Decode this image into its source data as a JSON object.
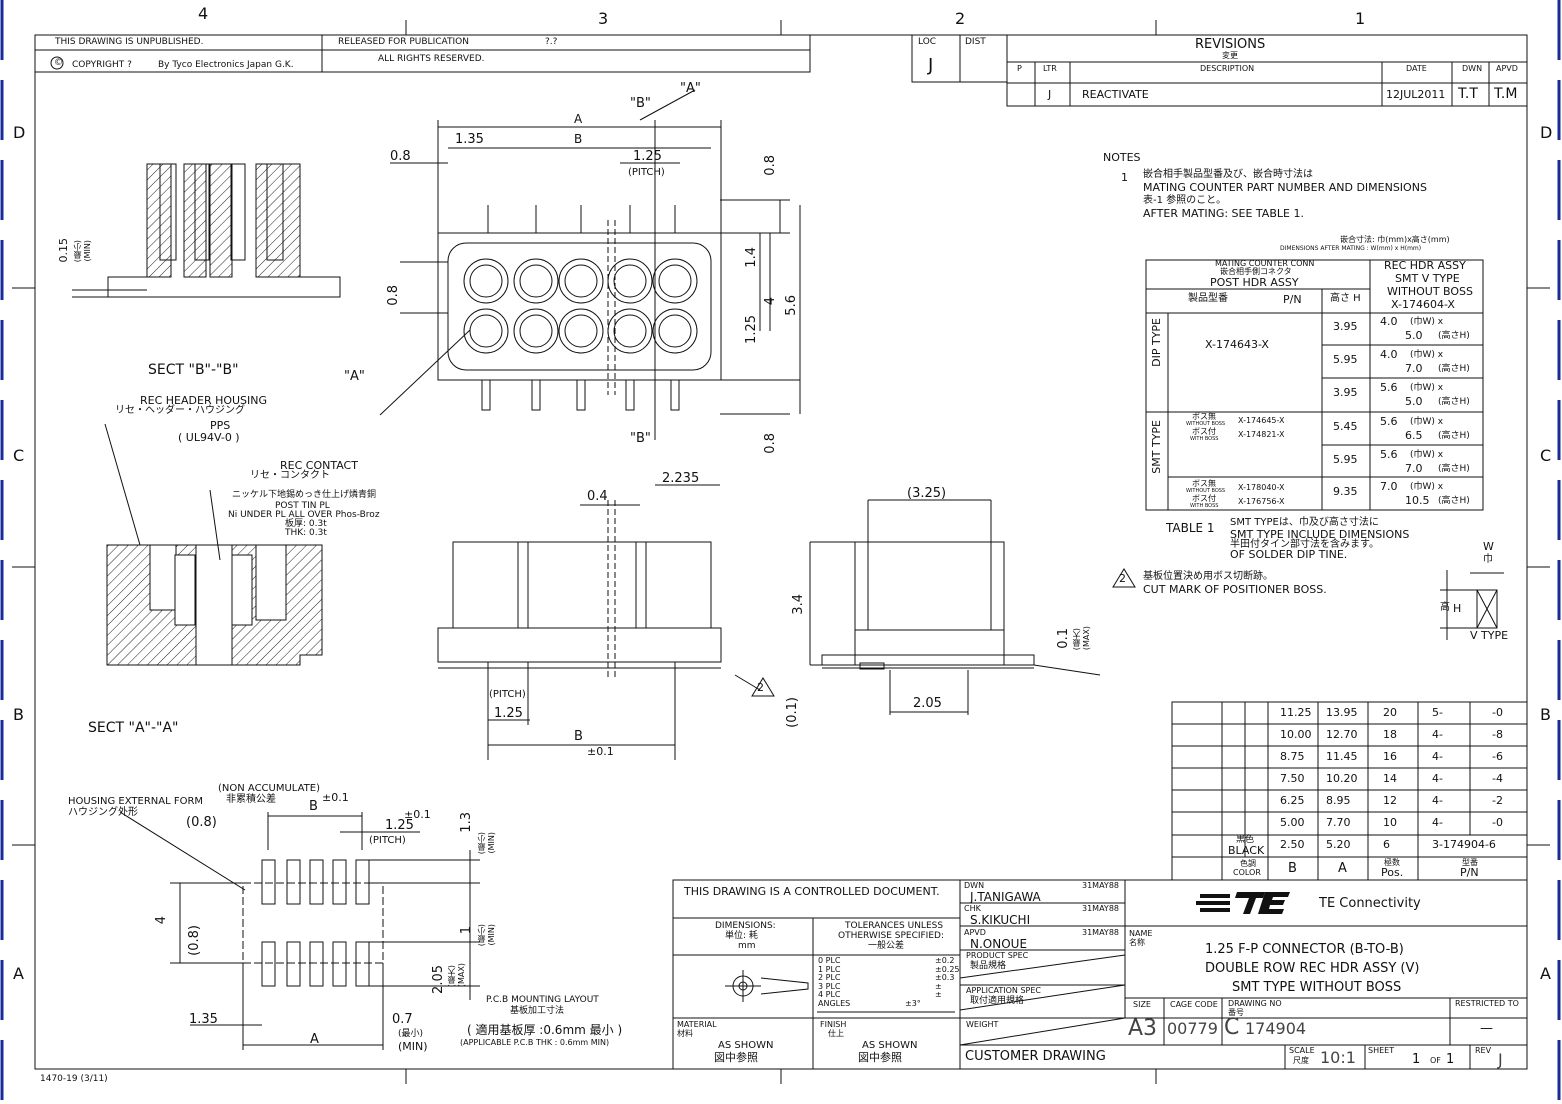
{
  "header": {
    "unpublished": "THIS DRAWING IS UNPUBLISHED.",
    "released": "RELEASED FOR PUBLICATION",
    "release_date": "?.?",
    "copyright": "COPYRIGHT ?",
    "copyright_by": "By Tyco Electronics Japan G.K.",
    "rights": "ALL RIGHTS RESERVED.",
    "loc_label": "LOC",
    "loc_value": "J",
    "dist_label": "DIST"
  },
  "zones": {
    "cols": [
      "4",
      "3",
      "2",
      "1"
    ],
    "rows": [
      "D",
      "C",
      "B",
      "A"
    ]
  },
  "revisions": {
    "title": "REVISIONS",
    "title_jp": "変更",
    "headers": [
      "P",
      "LTR",
      "DESCRIPTION",
      "DATE",
      "DWN",
      "APVD"
    ],
    "rows": [
      {
        "p": "",
        "ltr": "J",
        "desc": "REACTIVATE",
        "date": "12JUL2011",
        "dwn": "T.T",
        "apvd": "T.M"
      }
    ]
  },
  "notes": {
    "title": "NOTES",
    "n1_num": "1",
    "n1_jp": "嵌合相手製品型番及び、嵌合時寸法は",
    "n1_en": "MATING COUNTER PART NUMBER AND DIMENSIONS",
    "n1_jp2": "表-1 参照のこと。",
    "n1_en2": "AFTER MATING: SEE TABLE 1.",
    "n2_num": "2",
    "n2_jp": "基板位置決め用ボス切断跡。",
    "n2_en": "CUT MARK OF POSITIONER BOSS."
  },
  "table1": {
    "unit_jp": "嵌合寸法: 巾(mm)x高さ(mm)",
    "unit_en": "DIMENSIONS AFTER MATING : W(mm) x H(mm)",
    "mating_conn_en": "MATING COUNTER CONN",
    "mating_conn_jp": "嵌合相手側コネクタ",
    "post_hdr": "POST HDR ASSY",
    "rec_hdr": "REC HDR ASSY",
    "smt_v": "SMT V TYPE",
    "without_boss": "WITHOUT BOSS",
    "rec_pn": "X-174604-X",
    "col_pn_jp": "製品型番",
    "col_pn": "P/N",
    "col_h": "高さ H",
    "dip_type": "DIP TYPE",
    "smt_type": "SMT TYPE",
    "dip_pn": "X-174643-X",
    "smt_boss_none_jp": "ボス無",
    "smt_without_boss": "WITHOUT BOSS",
    "smt_boss_with_jp": "ボス付",
    "smt_with_boss": "WITH BOSS",
    "smt_pn1a": "X-174645-X",
    "smt_pn1b": "X-174821-X",
    "smt_pn2a": "X-178040-X",
    "smt_pn2b": "X-176756-X",
    "rows": [
      {
        "h": "3.95",
        "w": "4.0",
        "hh": "5.0"
      },
      {
        "h": "5.95",
        "w": "4.0",
        "hh": "7.0"
      },
      {
        "h": "3.95",
        "w": "5.6",
        "hh": "5.0"
      },
      {
        "h": "5.45",
        "w": "5.6",
        "hh": "6.5"
      },
      {
        "h": "5.95",
        "w": "5.6",
        "hh": "7.0"
      },
      {
        "h": "9.35",
        "w": "7.0",
        "hh": "10.5"
      }
    ],
    "w_label": "(巾W) x",
    "h_label": "(高さH)",
    "table_label": "TABLE 1",
    "table_note_jp": "SMT TYPEは、巾及び高さ寸法に",
    "table_note_en": "SMT TYPE INCLUDE DIMENSIONS",
    "table_note_jp2": "半田付タイン部寸法を含みます。",
    "table_note_en2": "OF SOLDER DIP TINE."
  },
  "vtype": {
    "w": "W",
    "w_jp": "巾",
    "h_jp": "高",
    "h": "H",
    "label": "V TYPE"
  },
  "dim_table": {
    "rows": [
      {
        "b": "11.25",
        "a": "13.95",
        "pos": "20",
        "x": "5-",
        "pn": "-0"
      },
      {
        "b": "10.00",
        "a": "12.70",
        "pos": "18",
        "x": "4-",
        "pn": "-8"
      },
      {
        "b": "8.75",
        "a": "11.45",
        "pos": "16",
        "x": "4-",
        "pn": "-6"
      },
      {
        "b": "7.50",
        "a": "10.20",
        "pos": "14",
        "x": "4-",
        "pn": "-4"
      },
      {
        "b": "6.25",
        "a": "8.95",
        "pos": "12",
        "x": "4-",
        "pn": "-2"
      },
      {
        "b": "5.00",
        "a": "7.70",
        "pos": "10",
        "x": "4-",
        "pn": "-0"
      },
      {
        "b": "2.50",
        "a": "5.20",
        "pos": "6",
        "x": "3-174904-6",
        "pn": ""
      }
    ],
    "color_jp": "黒色",
    "color_val": "BLACK",
    "color_hdr_jp": "色調",
    "color_hdr": "COLOR",
    "b_hdr": "B",
    "a_hdr": "A",
    "pos_hdr_jp": "極数",
    "pos_hdr": "Pos.",
    "pn_hdr_jp": "型番",
    "pn_hdr": "P/N"
  },
  "views": {
    "sect_bb": "SECT \"B\"-\"B\"",
    "sect_aa": "SECT \"A\"-\"A\"",
    "min_015": "0.15",
    "min_jp": "(最小)",
    "min_en": "(MIN)",
    "rec_housing": "REC HEADER HOUSING",
    "rec_housing_jp": "リセ・ヘッダー・ハウジング",
    "pps": "PPS",
    "ul": "( UL94V-0 )",
    "rec_contact": "REC CONTACT",
    "rec_contact_jp": "リセ・コンタクト",
    "plating_jp": "ニッケル下地錫めっき仕上げ燐青銅",
    "plating_en1": "POST TIN PL",
    "plating_en2": "Ni UNDER PL ALL OVER Phos-Broz",
    "plating_thk_jp": "板厚: 0.3t",
    "plating_thk": "THK: 0.3t",
    "label_a": "A",
    "label_b": "B",
    "quote_a": "\"A\"",
    "quote_b": "\"B\"",
    "d_135": "1.35",
    "d_08": "0.8",
    "d_125": "1.25",
    "pitch": "(PITCH)",
    "d_14": "1.4",
    "d_4": "4",
    "d_56": "5.6",
    "d_2235": "2.235",
    "d_04": "0.4",
    "d_34": "3.4",
    "d_325": "(3.25)",
    "d_01": "0.1",
    "max_jp": "(最大)",
    "max_en": "(MAX)",
    "d_01p": "(0.1)",
    "d_205": "2.05",
    "tol_01": "±0.1",
    "non_acc": "(NON ACCUMULATE)",
    "non_acc_jp": "非累積公差",
    "housing_form": "HOUSING EXTERNAL FORM",
    "housing_form_jp": "ハウジング外形",
    "d_08p": "(0.8)",
    "d_13": "1.3",
    "d_1": "1",
    "d_07": "0.7",
    "pcb_layout": "P.C.B MOUNTING LAYOUT",
    "pcb_layout_jp": "基板加工寸法",
    "pcb_thk_jp": "( 適用基板厚 :0.6mm 最小 )",
    "pcb_thk_en": "(APPLICABLE P.C.B THK : 0.6mm MIN)"
  },
  "title_block": {
    "controlled": "THIS DRAWING IS A CONTROLLED DOCUMENT.",
    "dwn_label": "DWN",
    "dwn_name": "J.TANIGAWA",
    "dwn_date": "31MAY88",
    "chk_label": "CHK",
    "chk_name": "S.KIKUCHI",
    "chk_date": "31MAY88",
    "apvd_label": "APVD",
    "apvd_name": "N.ONOUE",
    "apvd_date": "31MAY88",
    "dims_label": "DIMENSIONS:",
    "dims_jp": "単位: 耗",
    "dims_unit": "mm",
    "tol_label": "TOLERANCES UNLESS",
    "tol_label2": "OTHERWISE SPECIFIED:",
    "tol_jp": "一般公差",
    "tol_rows": [
      "0 PLC",
      "1 PLC",
      "2 PLC",
      "3 PLC",
      "4 PLC",
      "ANGLES"
    ],
    "tol_vals": [
      "±0.2",
      "±0.25",
      "±0.3",
      "±",
      "±",
      "±3°"
    ],
    "product_spec": "PRODUCT SPEC",
    "product_spec_jp": "製品規格",
    "app_spec": "APPLICATION SPEC",
    "app_spec_jp": "取付適用規格",
    "weight": "WEIGHT",
    "material": "MATERIAL",
    "material_jp": "材料",
    "finish": "FINISH",
    "finish_jp": "仕上",
    "as_shown": "AS SHOWN",
    "as_shown_jp": "図中参照",
    "customer": "CUSTOMER DRAWING",
    "company": "TE Connectivity",
    "name_label": "NAME",
    "name_jp": "名称",
    "name_line1": "1.25 F-P CONNECTOR (B-TO-B)",
    "name_line2": "DOUBLE ROW REC HDR ASSY (V)",
    "name_line3": "SMT TYPE WITHOUT BOSS",
    "size_label": "SIZE",
    "size_val": "A3",
    "cage_label": "CAGE CODE",
    "cage_val": "00779",
    "dwg_label": "DRAWING NO",
    "dwg_jp": "番号",
    "dwg_prefix": "C",
    "dwg_val": "174904",
    "restricted": "RESTRICTED TO",
    "restricted_val": "—",
    "scale_label": "SCALE",
    "scale_jp": "尺度",
    "scale_val": "10:1",
    "sheet_label": "SHEET",
    "sheet_val": "1",
    "sheet_of": "OF",
    "sheet_total": "1",
    "rev_label": "REV",
    "rev_val": "J"
  },
  "footer": {
    "form": "1470-19 (3/11)"
  }
}
